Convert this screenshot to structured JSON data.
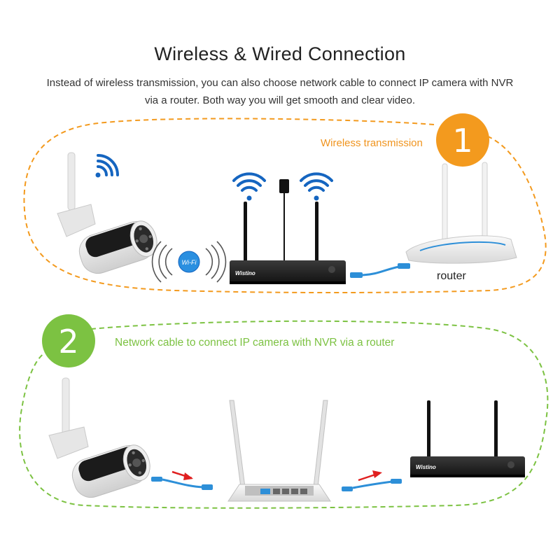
{
  "header": {
    "title": "Wireless & Wired Connection",
    "description": "Instead of wireless transmission, you can also choose network cable to connect IP camera with NVR via a router. Both way you will get smooth and clear video."
  },
  "section1": {
    "step_number": "1",
    "label": "Wireless transmission",
    "router_label": "router",
    "wifi_badge": "Wi-Fi",
    "nvr_brand": "Wistino",
    "color": "#f39a1e"
  },
  "section2": {
    "step_number": "2",
    "label": "Network cable to connect IP camera with NVR via a router",
    "nvr_brand": "Wistino",
    "color": "#7cc242"
  },
  "colors": {
    "wifi_blue": "#1565c0",
    "arrow_red": "#e02020",
    "cable_blue": "#2d8fd8"
  }
}
